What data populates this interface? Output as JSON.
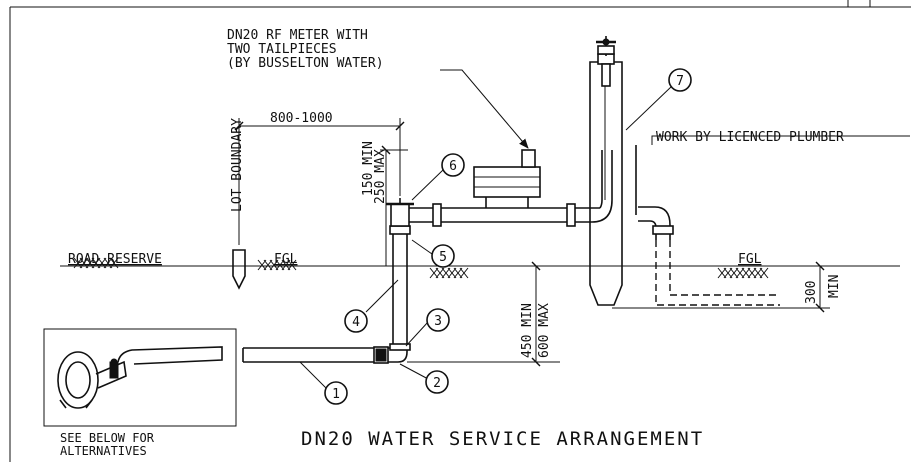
{
  "title": "DN20 WATER SERVICE ARRANGEMENT",
  "meter_note": {
    "line1": "DN20 RF METER WITH",
    "line2": "TWO TAILPIECES",
    "line3": "(BY BUSSELTON WATER)"
  },
  "lot_boundary": "LOT BOUNDARY",
  "work_by": "WORK BY LICENCED PLUMBER",
  "road_reserve": "ROAD RESERVE",
  "fgl_left": "FGL",
  "fgl_right": "FGL",
  "dim_800_1000": "800-1000",
  "dim_150_min": "150 MIN",
  "dim_250_max": "250 MAX",
  "dim_450_min": "450 MIN",
  "dim_600_max": "600 MAX",
  "dim_300": "300",
  "dim_min": "MIN",
  "see_below_line1": "SEE BELOW FOR",
  "see_below_line2": "ALTERNATIVES",
  "callouts": [
    "1",
    "2",
    "3",
    "4",
    "5",
    "6",
    "7"
  ]
}
